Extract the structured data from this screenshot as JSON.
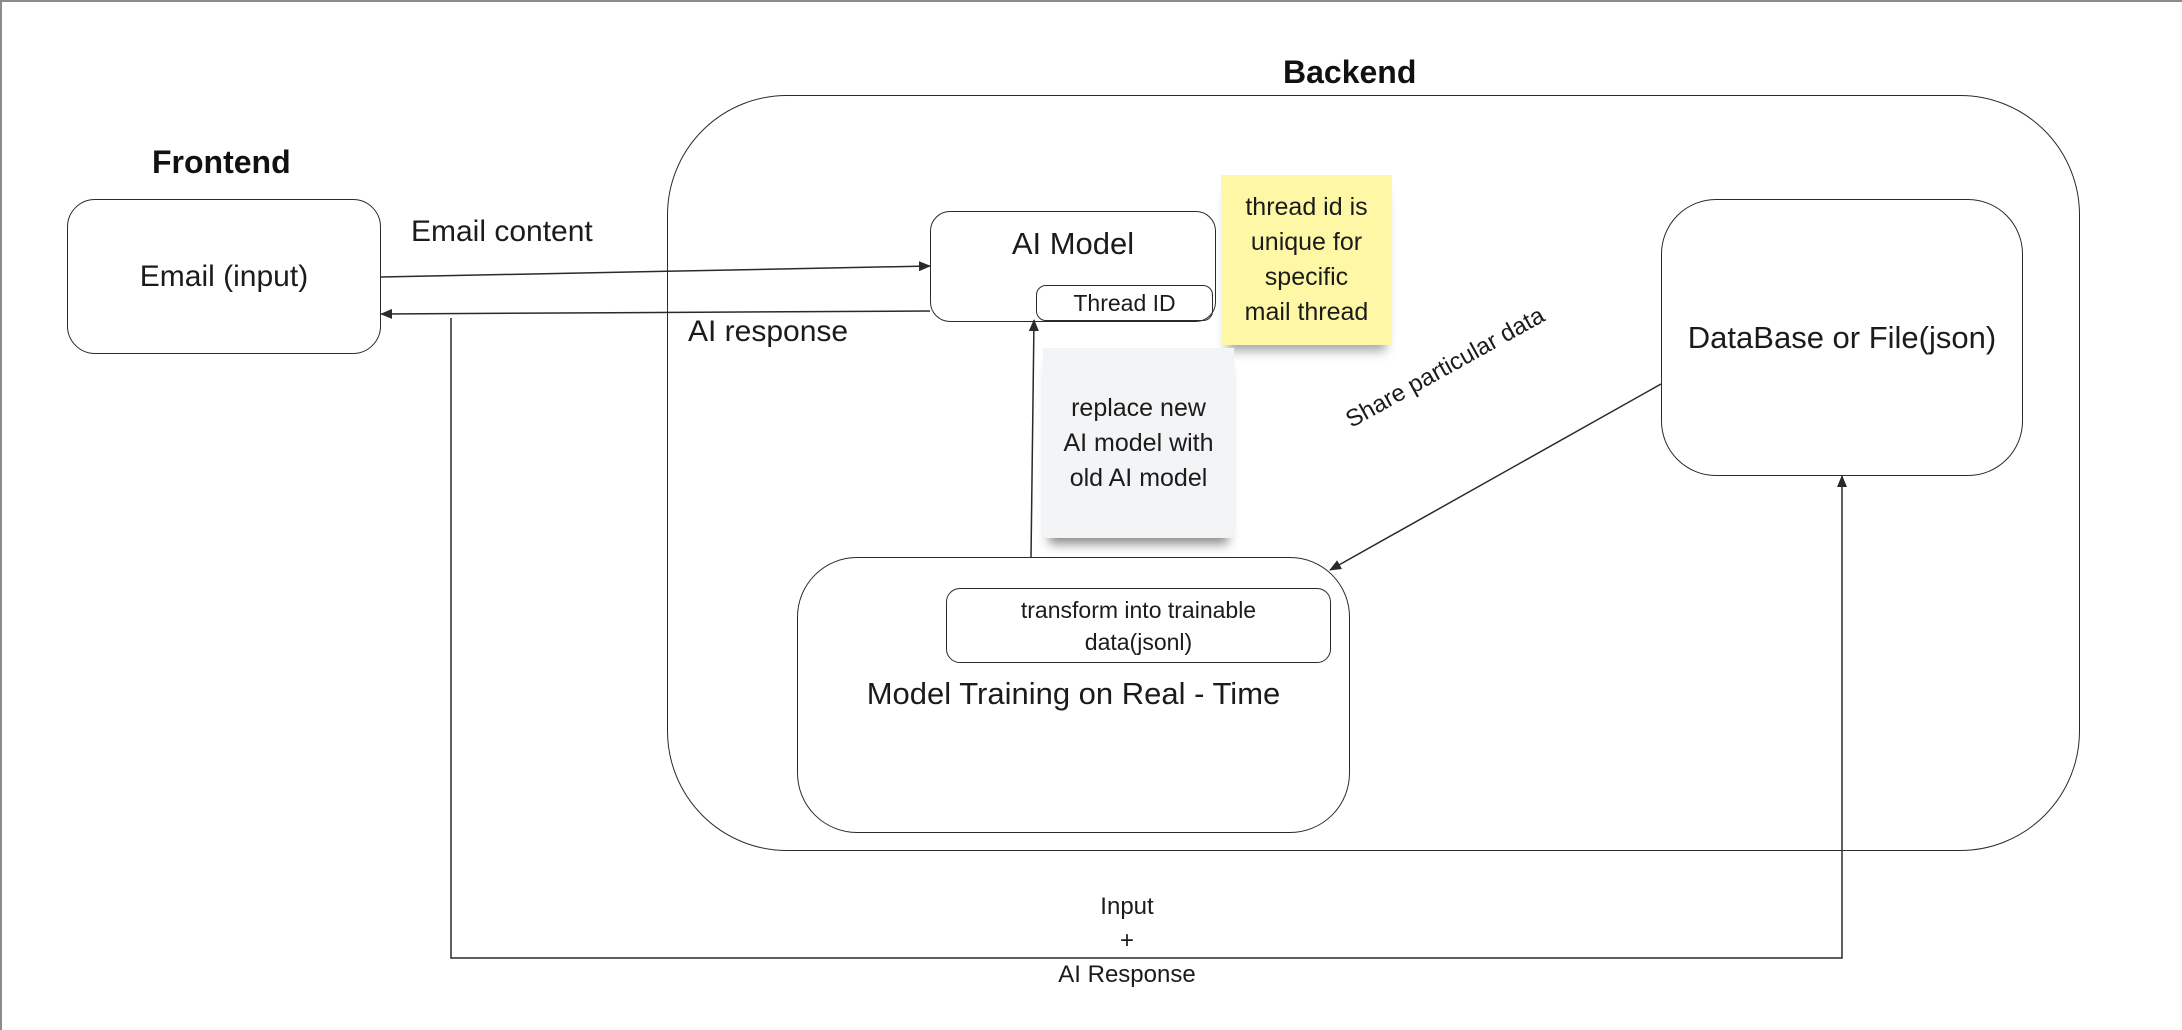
{
  "frontend": {
    "heading": "Frontend",
    "email_input": "Email (input)"
  },
  "backend": {
    "heading": "Backend",
    "ai_model": "AI Model",
    "thread_id": "Thread ID",
    "database": "DataBase or File(json)",
    "training": {
      "title": "Model Training on Real - Time",
      "transform": "transform into trainable\ndata(jsonl)"
    }
  },
  "sticky_notes": {
    "thread_note": "thread id is\nunique for\nspecific\nmail thread",
    "replace_note": "replace new\nAI model with\nold AI model"
  },
  "edges": {
    "email_content": "Email content",
    "ai_response": "AI response",
    "share_data": "Share particular data",
    "input_response": "Input\n+\nAI Response"
  },
  "colors": {
    "sticky_yellow": "#fef8a6",
    "sticky_gray": "#f3f4f6",
    "stroke": "#2a2a2a"
  }
}
